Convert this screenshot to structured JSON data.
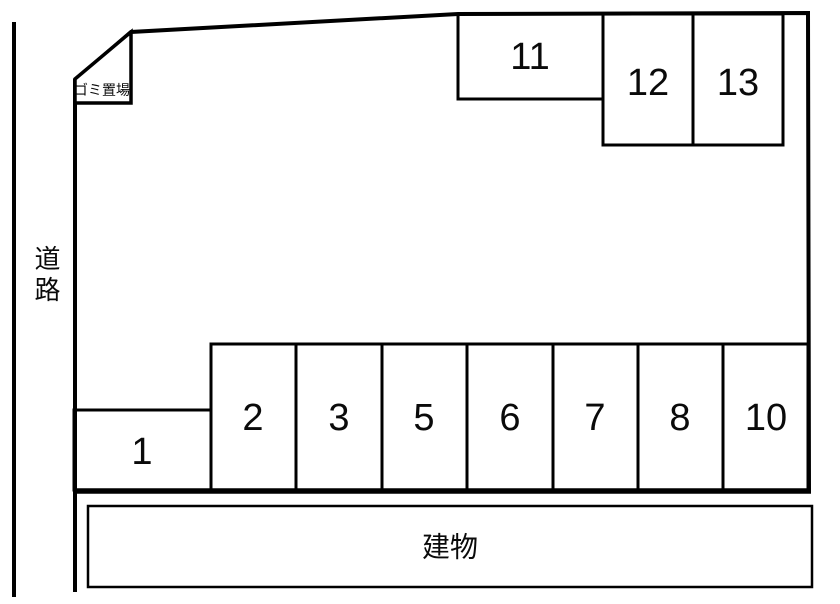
{
  "labels": {
    "road": "道路",
    "garbage_area": "ゴミ置場",
    "building": "建物"
  },
  "spaces": {
    "bottom_row": [
      "1",
      "2",
      "3",
      "5",
      "6",
      "7",
      "8",
      "10"
    ],
    "top_row": [
      "11",
      "12",
      "13"
    ]
  },
  "colors": {
    "line": "#000000",
    "background": "#ffffff"
  }
}
